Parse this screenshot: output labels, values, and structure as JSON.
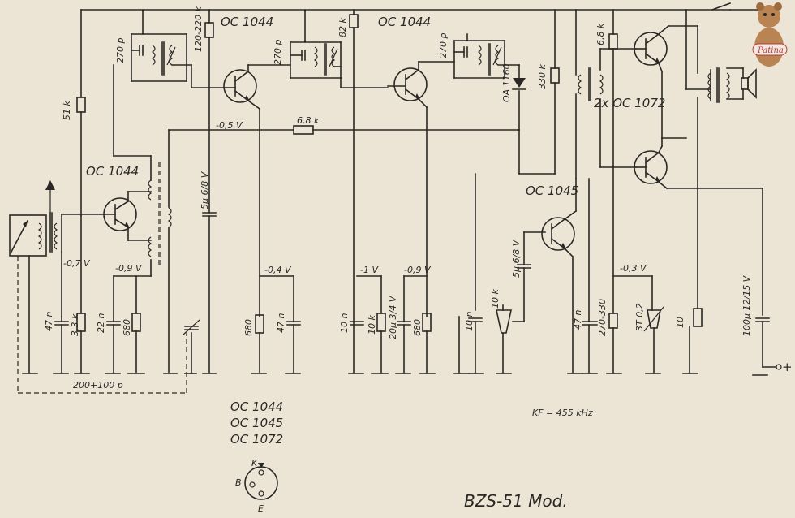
{
  "transistor_types": {
    "oc1044_a": "OC 1044",
    "oc1044_b": "OC 1044",
    "oc1044_c": "OC 1044",
    "oc1045": "OC 1045",
    "oc1072": "2x OC 1072"
  },
  "values": {
    "r51k": "51 k",
    "r120k": "120-220 k",
    "c270a": "270 p",
    "c270b": "270 p",
    "c270c": "270 p",
    "r82k": "82 k",
    "r68a": "6,8 k",
    "r68b": "6,8 k",
    "r330k": "330 k",
    "diode": "OA 1160",
    "v05": "-0,5 V",
    "v07": "-0,7 V",
    "v09a": "-0,9 V",
    "v04": "-0,4 V",
    "v1": "-1 V",
    "v09b": "-0,9 V",
    "v03": "-0,3 V",
    "c5u": "5µ 6/8 V",
    "c5u2": "5µ 6/8 V",
    "c47a": "47 n",
    "r3k3": "3,3 k",
    "c22n": "22 n",
    "r680a": "680",
    "r680b": "680",
    "c47b": "47 n",
    "c10n": "10 n",
    "r10k": "10 k",
    "c20u": "20µ 3/4 V",
    "r680c": "680",
    "c10n2": "10 n",
    "pot10k": "10 k",
    "c47c": "47 n",
    "r270": "270-330",
    "pot3t": "3T 0,2",
    "r10": "10",
    "c100u": "100µ 12/15 V",
    "trimmer": "200+100 p"
  },
  "legend": {
    "l1": "OC 1044",
    "l2": "OC 1045",
    "l3": "OC 1072",
    "pin_k": "K",
    "pin_b": "B",
    "pin_e": "E"
  },
  "kf": "KF = 455 kHz",
  "title": "BZS-51  Mod.",
  "plus": "+",
  "badge": "Patina"
}
